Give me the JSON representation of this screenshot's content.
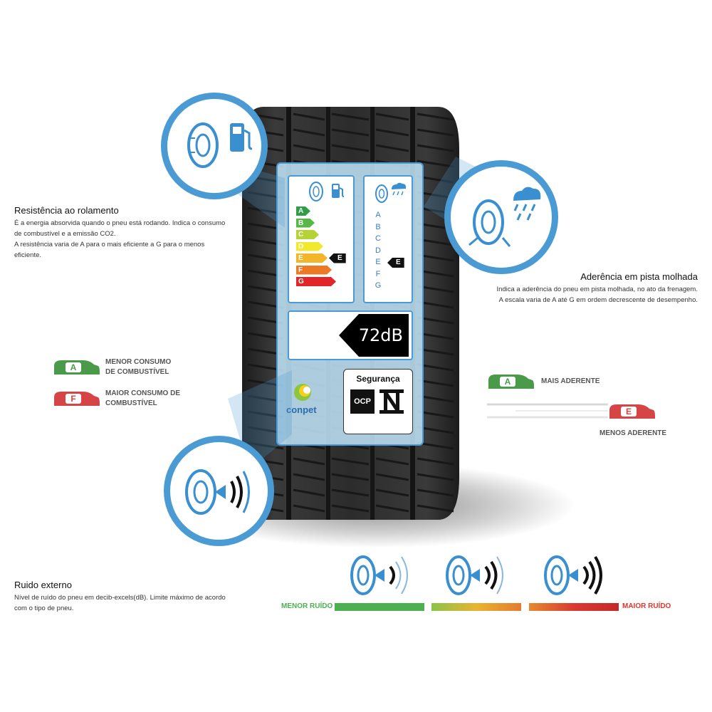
{
  "rolling": {
    "title": "Resistência ao rolamento",
    "desc1": "É a energia absorvida quando o pneu está rodando. Indica o consumo",
    "desc2": "de combustível e a emissão CO2.",
    "desc3": "A resistência varia de A para o mais eficiente a G para o menos",
    "desc4": "eficiente."
  },
  "wet": {
    "title": "Aderência em pista molhada",
    "desc1": "Indica a aderência do pneu em pista molhada, no ato da frenagem.",
    "desc2": "A escala varia de A até G em ordem decrescente de desempenho."
  },
  "noise": {
    "title": "Ruido externo",
    "desc1": "Nível de ruído do pneu em decib-excels(dB). Limite máximo de acordo",
    "desc2": "com o tipo de pneu."
  },
  "fuel_legend": {
    "best_letter": "A",
    "best_label_1": "MENOR CONSUMO",
    "best_label_2": "DE COMBUSTÍVEL",
    "worst_letter": "F",
    "worst_label_1": "MAIOR CONSUMO DE",
    "worst_label_2": "COMBUSTÍVEL",
    "best_color": "#4a9a4a",
    "worst_color": "#d64545"
  },
  "grip_legend": {
    "best_letter": "A",
    "best_label": "MAIS ADERENTE",
    "worst_letter": "E",
    "worst_label": "MENOS ADERENTE",
    "best_color": "#4a9a4a",
    "worst_color": "#d64545"
  },
  "label": {
    "fuel_ratings": [
      {
        "letter": "A",
        "color": "#2e9e47"
      },
      {
        "letter": "B",
        "color": "#58b846"
      },
      {
        "letter": "C",
        "color": "#b5d334"
      },
      {
        "letter": "D",
        "color": "#f0e92e"
      },
      {
        "letter": "E",
        "color": "#f3b52a"
      },
      {
        "letter": "F",
        "color": "#ec7a25"
      },
      {
        "letter": "G",
        "color": "#e1262a"
      }
    ],
    "fuel_marker": "E",
    "wet_letters": [
      "A",
      "B",
      "C",
      "D",
      "E",
      "F",
      "G"
    ],
    "wet_marker": "E",
    "noise_value": "72dB",
    "brand": "conpet",
    "security_title": "Segurança",
    "ocp": "OCP"
  },
  "noise_scale": {
    "low_label": "MENOR RUÍDO",
    "high_label": "MAIOR RUÍDO",
    "levels": [
      1,
      2,
      3
    ],
    "colors": [
      "#4caf50",
      "#e8b430",
      "#d93a30"
    ]
  },
  "colors": {
    "accent_blue": "#4a9ad4",
    "icon_blue": "#3a8fd0"
  },
  "icons": [
    "fuel-pump-icon",
    "rain-cloud-icon",
    "sound-waves-icon",
    "tire-icon",
    "car-icon"
  ]
}
